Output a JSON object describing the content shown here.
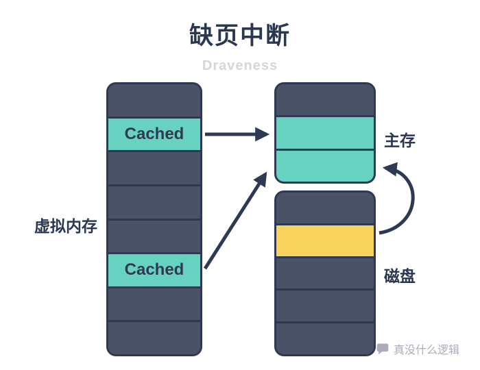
{
  "title": "缺页中断",
  "subtitle": "Draveness",
  "labels": {
    "virtual_memory": "虚拟内存",
    "main_memory": "主存",
    "disk": "磁盘"
  },
  "watermark": "真没什么逻辑",
  "colors": {
    "navy": "#2e3a53",
    "block_slate": "#4b5266",
    "teal": "#68d2c0",
    "yellow": "#f9d45c",
    "subtitle_gray": "#d5d5db",
    "watermark_gray": "#a9adb8",
    "background": "#ffffff"
  },
  "left_column": {
    "name": "虚拟内存",
    "rows": [
      {
        "type": "dark",
        "label": ""
      },
      {
        "type": "cached",
        "label": "Cached"
      },
      {
        "type": "dark",
        "label": ""
      },
      {
        "type": "dark",
        "label": ""
      },
      {
        "type": "dark",
        "label": ""
      },
      {
        "type": "cached",
        "label": "Cached"
      },
      {
        "type": "dark",
        "label": ""
      },
      {
        "type": "dark",
        "label": ""
      }
    ]
  },
  "right_top_column": {
    "name": "主存",
    "rows": [
      {
        "type": "dark"
      },
      {
        "type": "teal"
      },
      {
        "type": "teal"
      }
    ]
  },
  "right_bottom_column": {
    "name": "磁盘",
    "rows": [
      {
        "type": "dark"
      },
      {
        "type": "yellow"
      },
      {
        "type": "dark"
      },
      {
        "type": "dark"
      },
      {
        "type": "dark"
      }
    ]
  },
  "arrows": [
    {
      "from": "virtual-memory-cached-1",
      "to": "main-memory-row-1",
      "style": "straight"
    },
    {
      "from": "virtual-memory-cached-2",
      "to": "main-memory-row-2",
      "style": "straight"
    },
    {
      "from": "disk-yellow-block",
      "to": "main-memory-row-2",
      "style": "curved"
    }
  ]
}
